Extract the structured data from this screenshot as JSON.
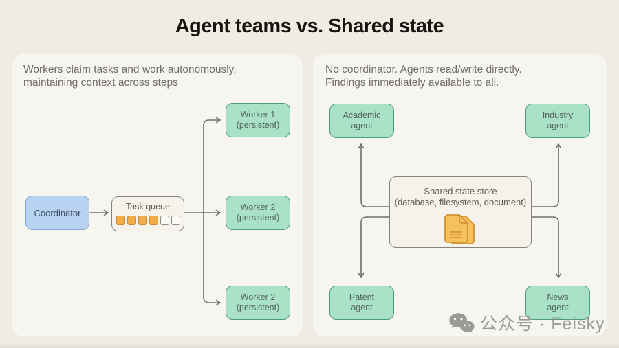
{
  "title": "Agent teams vs. Shared state",
  "colors": {
    "page_bg": "#efece4",
    "panel_bg": "#f7f5f0",
    "title_text": "#17150f",
    "muted_text": "#6f6d65",
    "box_text": "#52625b",
    "blue_text": "#42506a",
    "neutral_text": "#5f5e56",
    "green_fill": "#a9e2c7",
    "green_border": "#4f9c7d",
    "blue_fill": "#b7d3f1",
    "blue_border": "#84a7d7",
    "neutral_fill": "#f5f2eb",
    "neutral_border": "#85847b",
    "orange_fill": "#f0ad4a",
    "orange_border": "#c98a33",
    "empty_fill": "#fbfaf6",
    "empty_border": "#8f8e85",
    "line_color": "#6f6e65",
    "watermark_color": "#8b8b85",
    "doc_fill": "#f6c05c",
    "doc_border": "#cf9232"
  },
  "left_panel": {
    "description_line1": "Workers claim tasks and work autonomously,",
    "description_line2": "maintaining context across steps",
    "coordinator": {
      "label": "Coordinator"
    },
    "task_queue": {
      "label": "Task queue",
      "filled_slots": 4,
      "empty_slots": 2
    },
    "workers": [
      {
        "line1": "Worker 1",
        "line2": "(persistent)"
      },
      {
        "line1": "Worker 2",
        "line2": "(persistent)"
      },
      {
        "line1": "Worker 2",
        "line2": "(persistent)"
      }
    ]
  },
  "right_panel": {
    "description_line1": "No coordinator. Agents read/write directly.",
    "description_line2": "Findings immediately available to all.",
    "store": {
      "title": "Shared state store",
      "subtitle": "(database, filesystem, document)",
      "icon": "documents-icon"
    },
    "agents": [
      {
        "line1": "Academic",
        "line2": "agent"
      },
      {
        "line1": "Industry",
        "line2": "agent"
      },
      {
        "line1": "Patent",
        "line2": "agent"
      },
      {
        "line1": "News",
        "line2": "agent"
      }
    ]
  },
  "watermark": {
    "icon": "wechat-icon",
    "text": "公众号 · Feisky"
  }
}
